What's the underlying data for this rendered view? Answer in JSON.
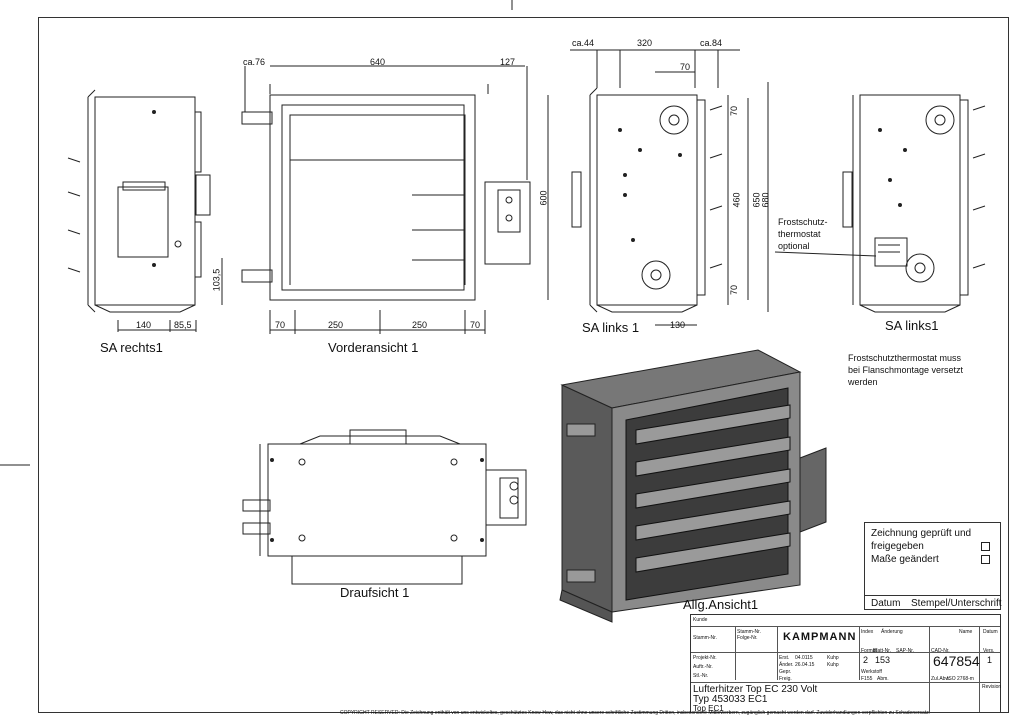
{
  "views": {
    "sa_rechts": "SA rechts1",
    "vorderansicht": "Vorderansicht 1",
    "sa_links": "SA links 1",
    "sa_links2": "SA links1",
    "draufsicht": "Draufsicht 1",
    "allg_ansicht": "Allg.Ansicht1"
  },
  "dimensions": {
    "d_ca76": "ca.76",
    "d_640": "640",
    "d_127": "127",
    "d_600": "600",
    "d_ca44": "ca.44",
    "d_320": "320",
    "d_ca84": "ca.84",
    "d_70_top": "70",
    "d_70_a": "70",
    "d_460": "460",
    "d_650": "650",
    "d_680": "680",
    "d_70_b": "70",
    "d_130": "130",
    "d_140": "140",
    "d_85_5": "85,5",
    "d_103_5": "103,5",
    "d_70_c": "70",
    "d_250": "250",
    "d_250b": "250",
    "d_70_d": "70"
  },
  "notes": {
    "frostschutz_callout": [
      "Frostschutz-",
      "thermostat",
      "optional"
    ],
    "mounting_note": [
      "Frostschutzthermostat muss",
      "bei Flanschmontage versetzt",
      "werden"
    ]
  },
  "approval_box": {
    "line1": "Zeichnung geprüft und",
    "line2": "freigegeben",
    "line3": "Maße geändert",
    "footer_left": "Datum",
    "footer_right": "Stempel/Unterschrift"
  },
  "title_block": {
    "brand": "KAMPMANN",
    "drawing_no": "647854",
    "sheet": "2",
    "format": "153",
    "revision": "1",
    "title_line1": "Lufterhitzer Top EC 230 Volt",
    "title_line2": "Typ 453033 EC1",
    "title_line3": "Top EC1",
    "labels": {
      "kunde": "Kunde",
      "stamm": "Stamm-Nr.",
      "folge": "Folge-Nr.",
      "projekt": "Projekt-Nr.",
      "auftr": "Auftr.-Nr.",
      "stl": "Stl.-Nr.",
      "erst": "Erst.",
      "aender": "Änder.",
      "gepr": "Gepr.",
      "freig": "Freig.",
      "aenderung": "Änderung",
      "name": "Name",
      "datum": "Datum",
      "index": "Index",
      "format_lbl": "Format",
      "blatt": "Blatt-Nr.",
      "sap": "SAP-Nr.",
      "cad": "CAD-Nr.",
      "vers": "Vers.",
      "werkstoff": "Werkstoff",
      "abm": "Abm.",
      "zul": "Zul.Abw.",
      "revision_lbl": "Revision",
      "dates": [
        "04.0115",
        "26.04.15"
      ],
      "names": [
        "Kuhp",
        "Kuhp"
      ],
      "f155": "F155",
      "iso": "ISO 2768-m"
    }
  },
  "copyright": "COPYRIGHT RESERVED: Die Zeichnung enthält von uns entwickeltes, geschütztes Know-How, das nicht ohne unsere schriftliche Zustimmung Dritten, insbesondere Mitbewerbern, zugänglich gemacht werden darf. Zuwiderhandlungen verpflichten zu Schadenersatz."
}
